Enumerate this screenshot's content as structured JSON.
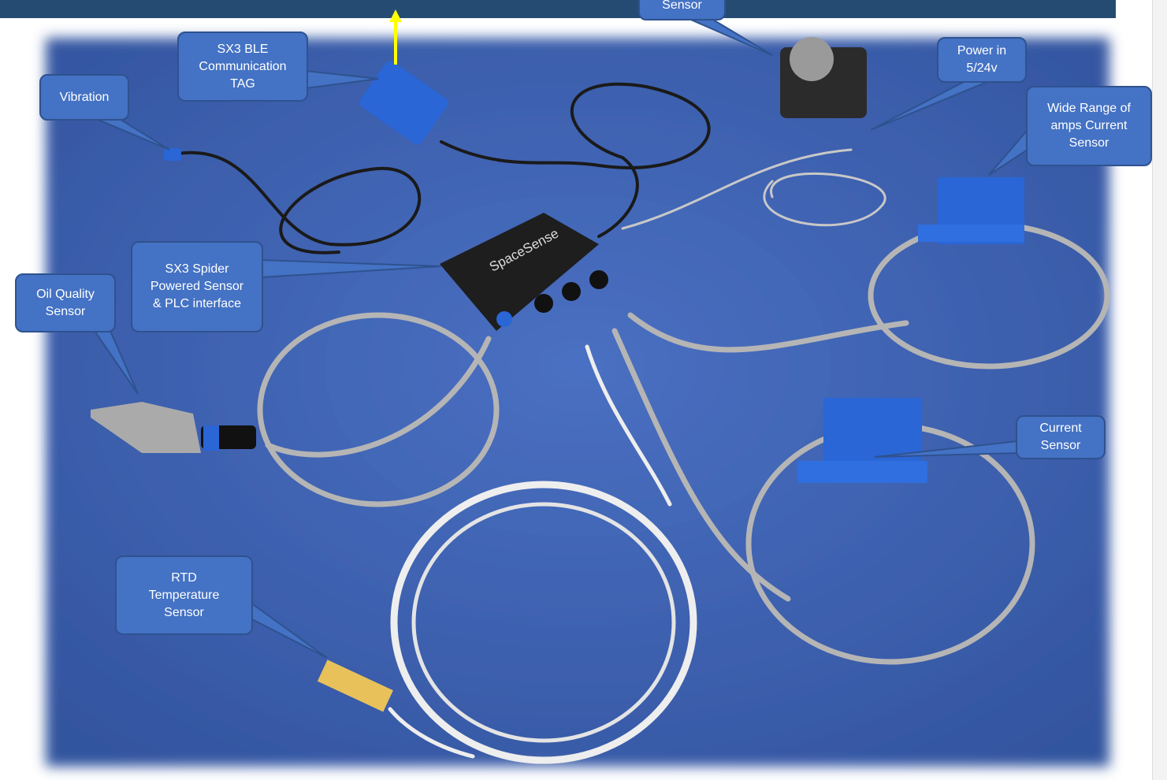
{
  "colors": {
    "callout_fill": "#4472c4",
    "callout_border": "#2f528f",
    "header_bar": "#264b73",
    "background_cloth": "#3f64b5",
    "arrow": "#ffff00"
  },
  "callouts": [
    {
      "id": "sensor",
      "label": "Sensor"
    },
    {
      "id": "ble-tag",
      "label": "SX3 BLE\nCommunication\nTAG"
    },
    {
      "id": "vibration",
      "label": "Vibration"
    },
    {
      "id": "power",
      "label": "Power in\n5/24v"
    },
    {
      "id": "wide-range",
      "label": "Wide Range of\namps Current\nSensor"
    },
    {
      "id": "spider",
      "label": "SX3 Spider\nPowered Sensor\n& PLC  interface"
    },
    {
      "id": "oil",
      "label": "Oil Quality\nSensor"
    },
    {
      "id": "current",
      "label": "Current\nSensor"
    },
    {
      "id": "rtd",
      "label": "RTD\nTemperature\nSensor"
    }
  ],
  "device": {
    "brand": "SpaceSense"
  }
}
